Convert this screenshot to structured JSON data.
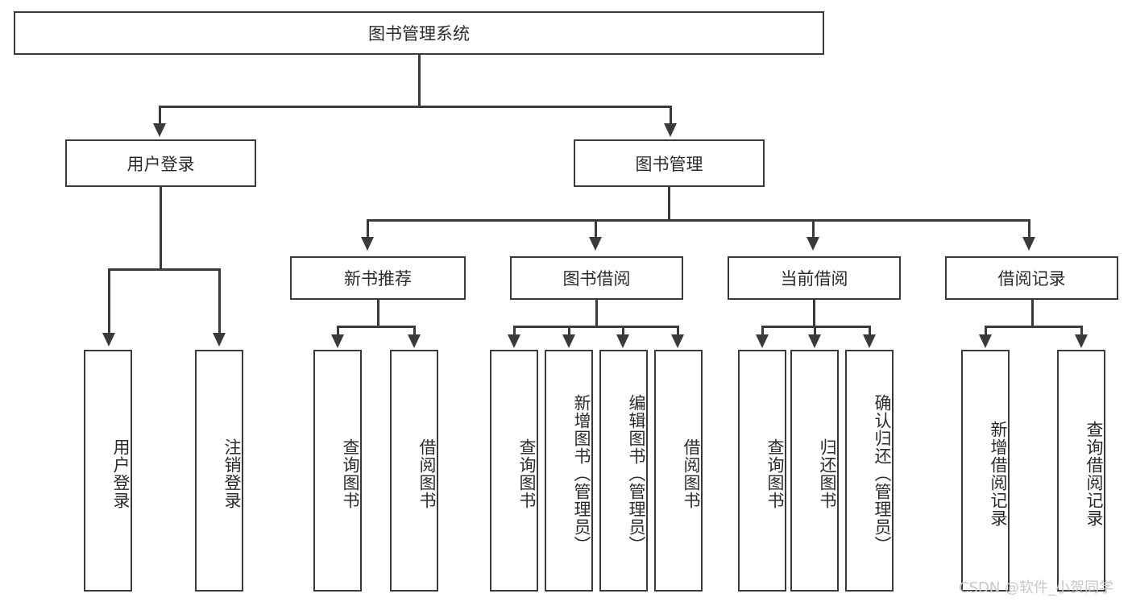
{
  "diagram": {
    "title": "图书管理系统",
    "root": {
      "label": "图书管理系统"
    },
    "level1": [
      {
        "label": "用户登录"
      },
      {
        "label": "图书管理"
      }
    ],
    "level2": [
      {
        "label": "新书推荐"
      },
      {
        "label": "图书借阅"
      },
      {
        "label": "当前借阅"
      },
      {
        "label": "借阅记录"
      }
    ],
    "leaves": {
      "user_login": [
        {
          "label": "用户登录"
        },
        {
          "label": "注销登录"
        }
      ],
      "new_book_recommend": [
        {
          "label": "查询图书"
        },
        {
          "label": "借阅图书"
        }
      ],
      "book_borrow": [
        {
          "label": "查询图书"
        },
        {
          "label": "新增图书（管理员）"
        },
        {
          "label": "编辑图书（管理员）"
        },
        {
          "label": "借阅图书"
        }
      ],
      "current_borrow": [
        {
          "label": "查询图书"
        },
        {
          "label": "归还图书"
        },
        {
          "label": "确认归还（管理员）"
        }
      ],
      "borrow_record": [
        {
          "label": "新增借阅记录"
        },
        {
          "label": "查询借阅记录"
        }
      ]
    }
  },
  "watermark": {
    "text": "CSDN @软件_小贺同学"
  },
  "colors": {
    "stroke": "#3a3a3a",
    "box_fill": "#ffffff",
    "text": "#2b2b2b",
    "watermark": "#c9c9c9",
    "background": "#ffffff"
  }
}
